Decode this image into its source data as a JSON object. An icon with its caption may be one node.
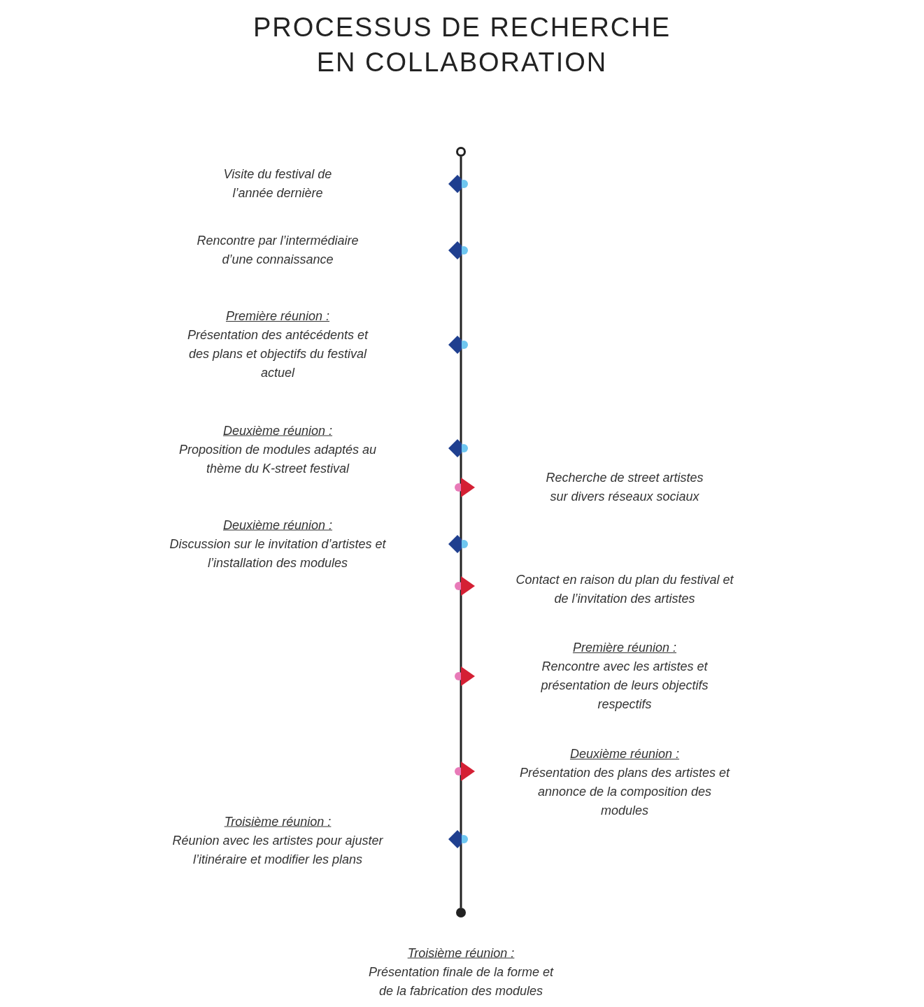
{
  "diagram": {
    "title": "PROCESSUS DE RECHERCHE EN COLLABORATION",
    "nodes": [
      {
        "text": [],
        "shape": "circle"
      },
      {
        "text": [
          "Visite du festival de l’année dernière"
        ]
      },
      {
        "text": [
          "Rencontre par l’intermédiaire d’une connaissance"
        ]
      },
      {
        "text": [
          "Première réunion :",
          "Présentation des antécédents et des plans et objectifs du festival actuel"
        ]
      },
      {
        "text": [
          "Deuxième réunion :",
          "Proposition de modules adaptés au thème du K-street festival"
        ]
      },
      {
        "text": [
          "Recherche de street artistes sur divers réseaux sociaux"
        ]
      },
      {
        "text": [
          "Deuxième réunion :",
          "Discussion sur le invitation d’artistes et l’installation des modules"
        ]
      },
      {
        "text": [
          "Contact en raison du plan du festival et de l’invitation des artistes"
        ]
      },
      {
        "text": [
          "Première réunion :",
          "Rencontre avec les artistes et présentation de leurs objectifs respectifs"
        ]
      },
      {
        "text": [
          "Deuxième réunion :",
          "Présentation des plans des artistes et annonce de la composition des modules"
        ]
      },
      {
        "text": [
          "Troisième réunion :",
          "Réunion avec les artistes pour ajuster l’itinéraire et modifier les plans"
        ]
      },
      {
        "text": [],
        "shape": "circle"
      },
      {
        "text": [
          "Troisième réunion :",
          "Présentation finale de la forme et de la fabrication des modules"
        ]
      }
    ],
    "edges": [
      {
        "from": 0,
        "to": 11,
        "arrow": "none"
      }
    ]
  }
}
